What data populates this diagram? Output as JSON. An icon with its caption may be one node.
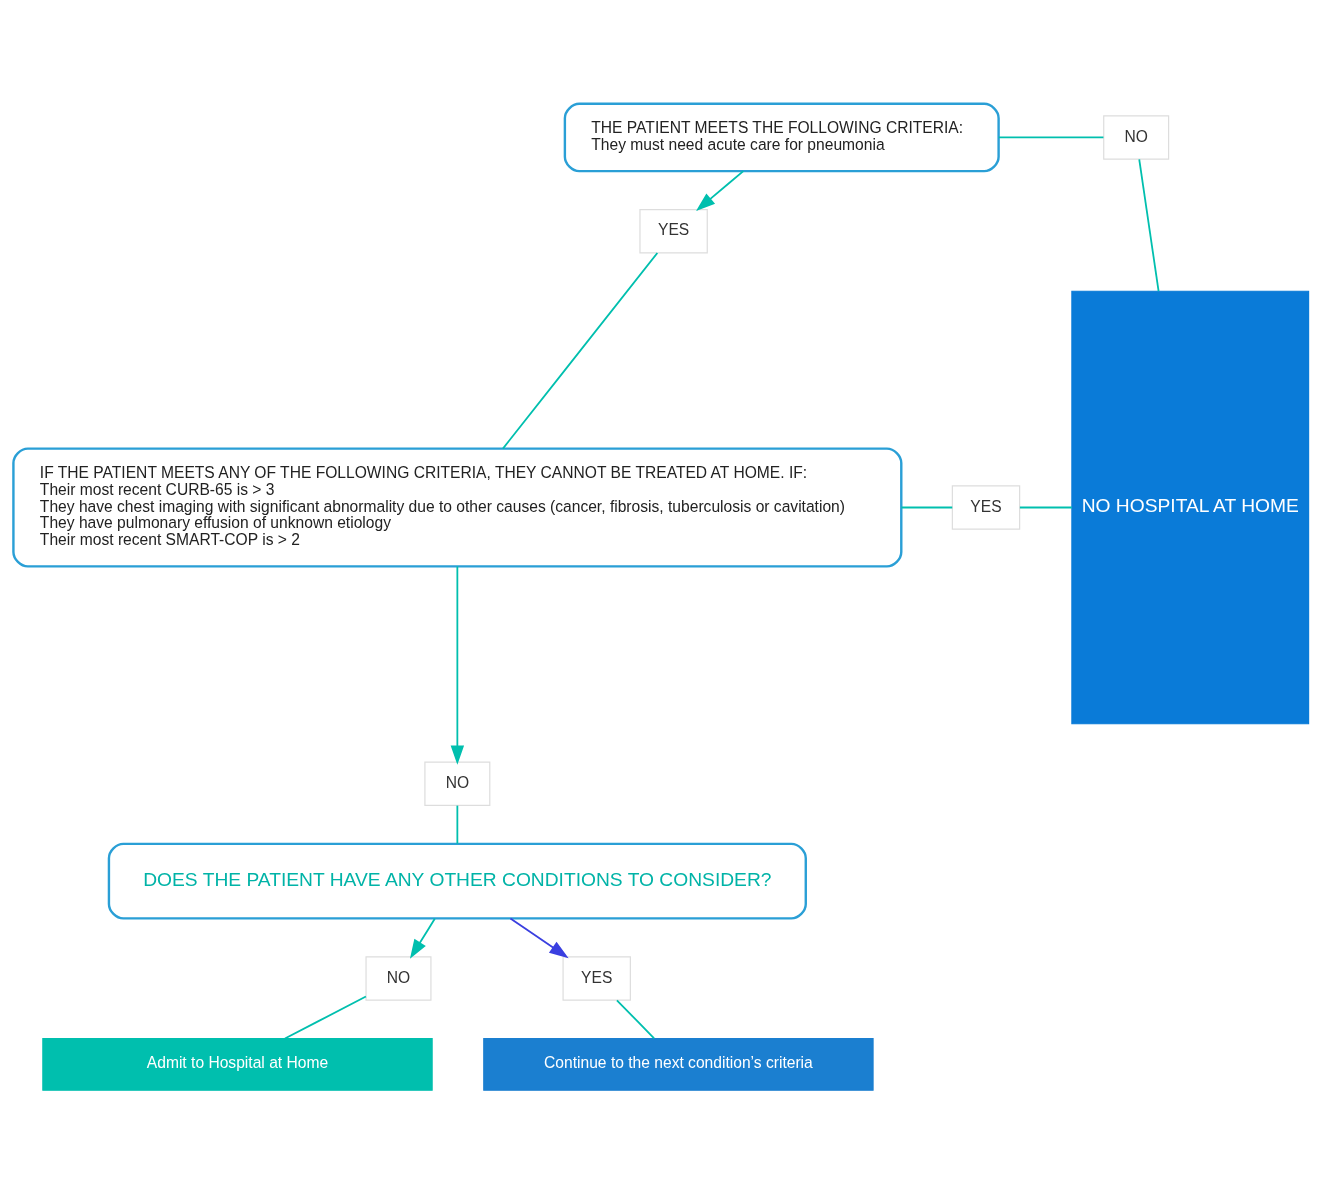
{
  "diagram": {
    "nodes": [
      {
        "text": [
          "THE PATIENT MEETS THE FOLLOWING CRITERIA:",
          "They must need acute care for pneumonia"
        ]
      },
      {
        "text": [
          "YES"
        ]
      },
      {
        "text": [
          "IF THE PATIENT MEETS ANY OF THE FOLLOWING CRITERIA, THEY CANNOT BE TREATED AT HOME. IF:",
          "Their most recent CURB-65 is > 3",
          "They have chest imaging with significant abnormality due to other causes (cancer, fibrosis, tuberculosis or cavitation)",
          "They have pulmonary effusion of unknown etiology",
          "Their most recent SMART-COP is > 2"
        ]
      },
      {
        "text": [
          "NO"
        ]
      },
      {
        "text": [
          "DOES THE PATIENT HAVE ANY OTHER CONDITIONS TO CONSIDER?"
        ]
      },
      {
        "text": [
          "NO"
        ]
      },
      {
        "text": [
          "YES"
        ]
      },
      {
        "text": [
          "Admit to Hospital at Home"
        ]
      },
      {
        "text": [
          "Continue to the next condition’s criteria"
        ]
      },
      {
        "text": [
          "NO"
        ]
      },
      {
        "text": [
          "YES"
        ]
      },
      {
        "text": [
          "NO HOSPITAL AT HOME"
        ]
      }
    ],
    "edges": [
      {
        "from": 0,
        "to": 1,
        "arrow": "to"
      },
      {
        "from": 1,
        "to": 2,
        "arrow": "none"
      },
      {
        "from": 2,
        "to": 3,
        "arrow": "to"
      },
      {
        "from": 3,
        "to": 4,
        "arrow": "none"
      },
      {
        "from": 4,
        "to": 5,
        "arrow": "to"
      },
      {
        "from": 4,
        "to": 6,
        "arrow": "to",
        "color": "#3a3fe0"
      },
      {
        "from": 5,
        "to": 7,
        "arrow": "none"
      },
      {
        "from": 6,
        "to": 8,
        "arrow": "none"
      },
      {
        "from": 0,
        "to": 9,
        "arrow": "none"
      },
      {
        "from": 9,
        "to": 11,
        "arrow": "none"
      },
      {
        "from": 2,
        "to": 10,
        "arrow": "none"
      },
      {
        "from": 10,
        "to": 11,
        "arrow": "none"
      }
    ]
  }
}
